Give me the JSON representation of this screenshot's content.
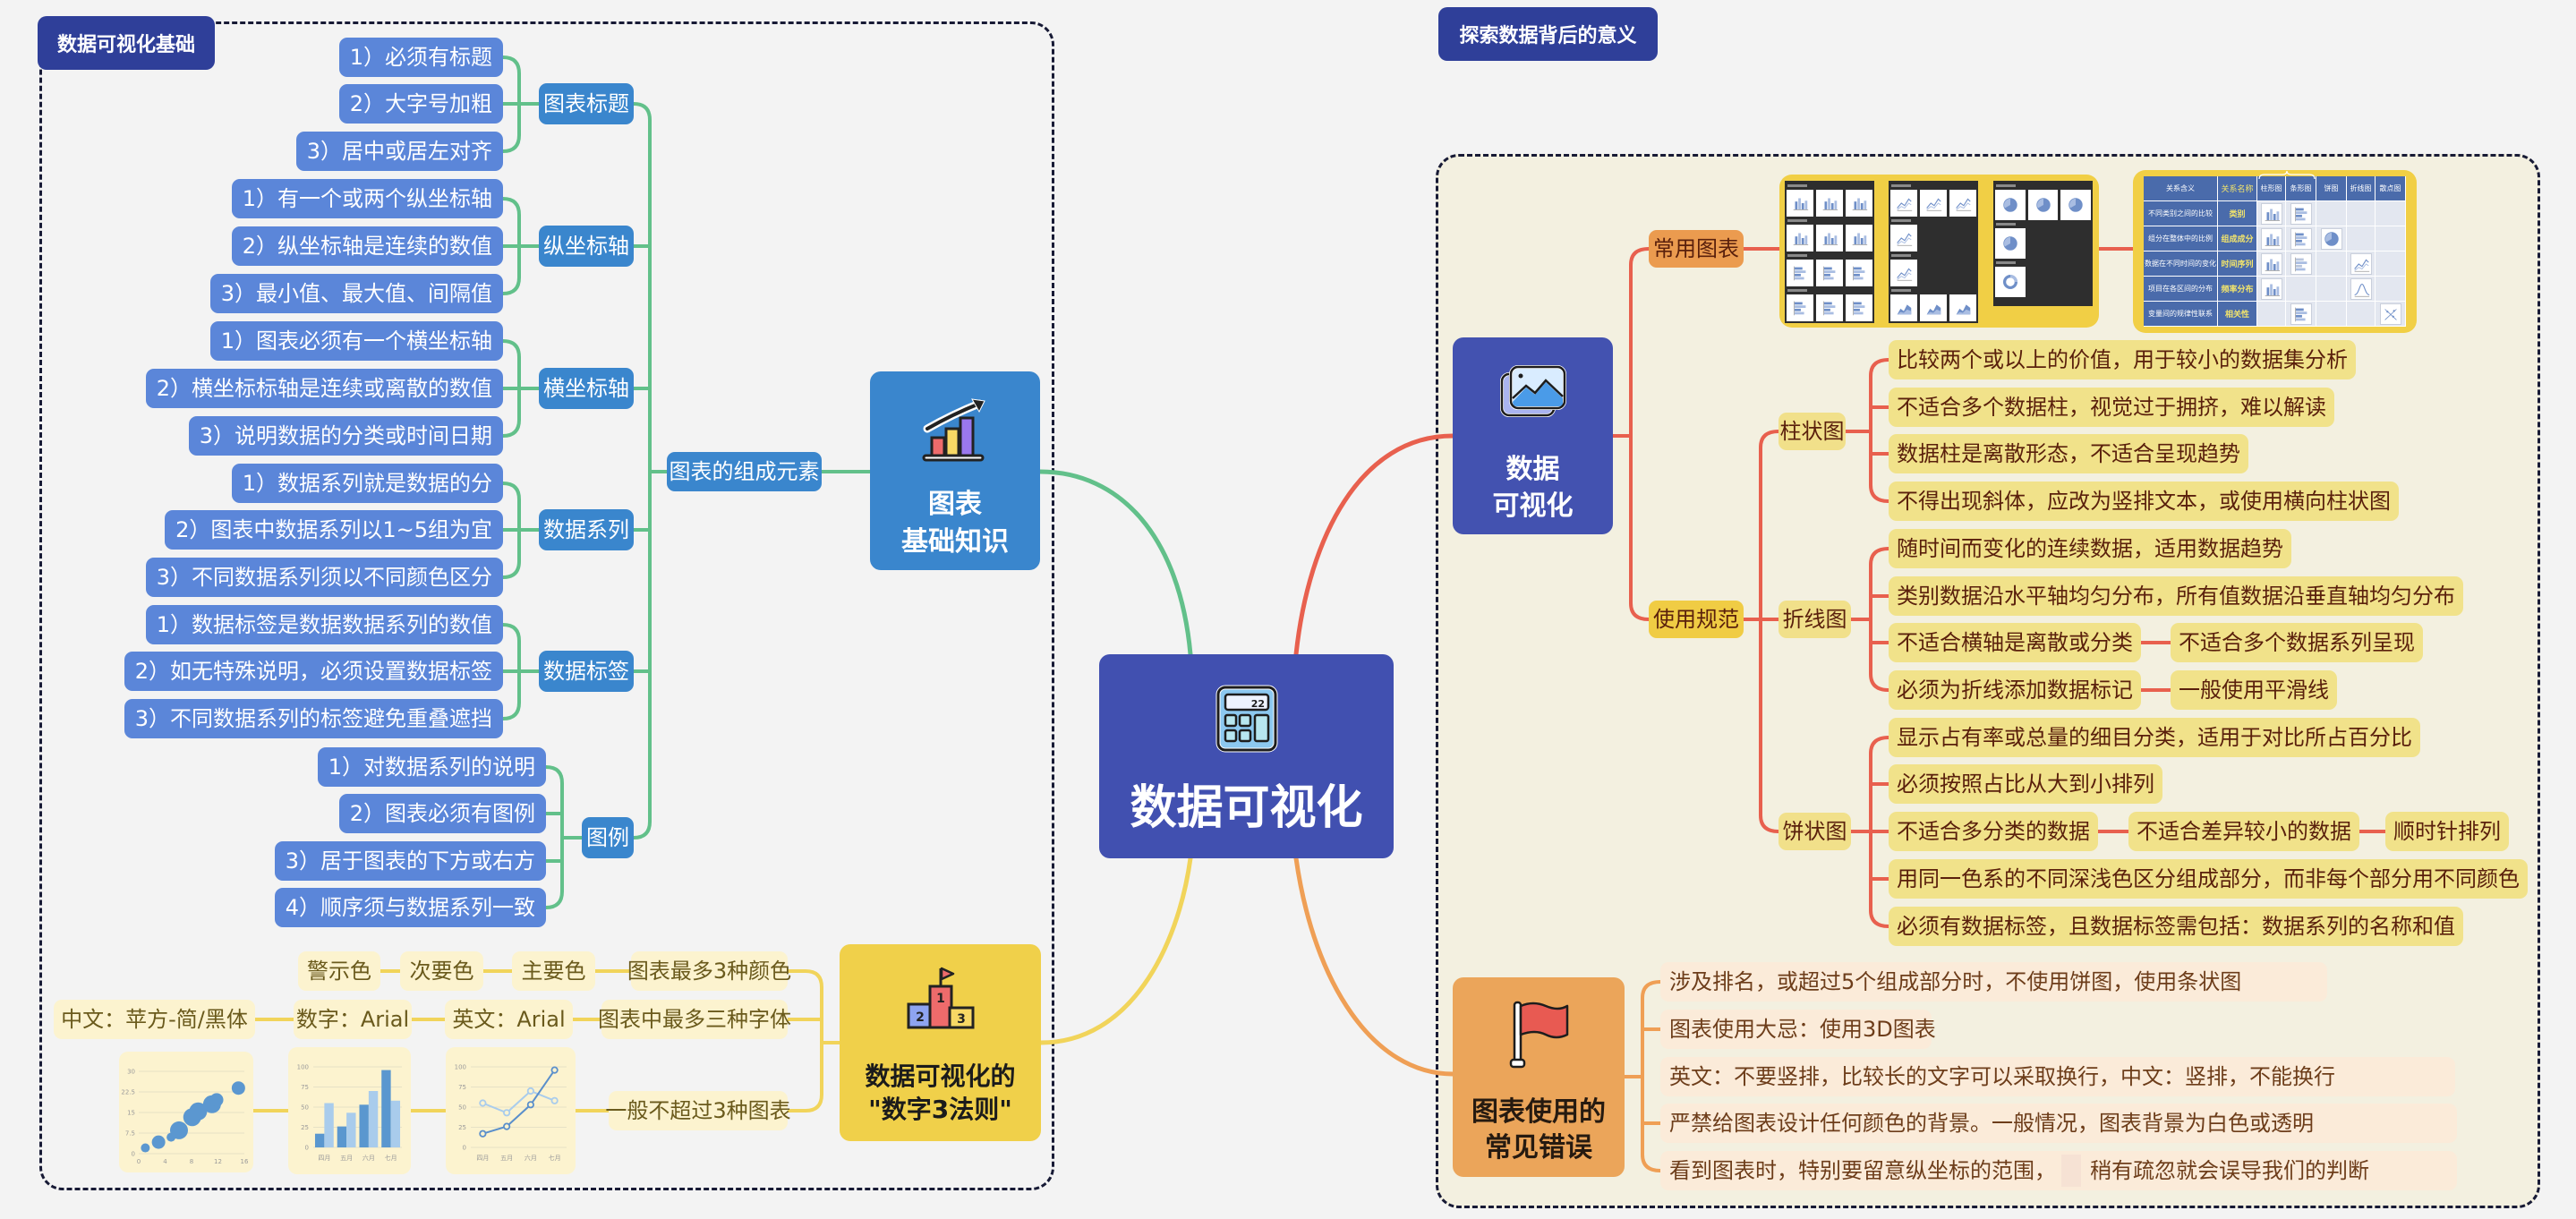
{
  "left_group": {
    "title": "数据可视化基础",
    "main_node": {
      "line1": "图表",
      "line2": "基础知识"
    },
    "components_label": "图表的组成元素",
    "categories": [
      {
        "label": "图表标题",
        "items": [
          "1）必须有标题",
          "2）大字号加粗",
          "3）居中或居左对齐"
        ]
      },
      {
        "label": "纵坐标轴",
        "items": [
          "1）有一个或两个纵坐标轴",
          "2）纵坐标轴是连续的数值",
          "3）最小值、最大值、间隔值"
        ]
      },
      {
        "label": "横坐标轴",
        "items": [
          "1）图表必须有一个横坐标轴",
          "2）横坐标标轴是连续或离散的数值",
          "3）说明数据的分类或时间日期"
        ]
      },
      {
        "label": "数据系列",
        "items": [
          "1）数据系列就是数据的分",
          "2）图表中数据系列以1~5组为宜",
          "3）不同数据系列须以不同颜色区分"
        ]
      },
      {
        "label": "数据标签",
        "items": [
          "1）数据标签是数据数据系列的数值",
          "2）如无特殊说明，必须设置数据标签",
          "3）不同数据系列的标签避免重叠遮挡"
        ]
      },
      {
        "label": "图例",
        "items": [
          "1）对数据系列的说明",
          "2）图表必须有图例",
          "3）居于图表的下方或右方",
          "4）顺序须与数据系列一致"
        ]
      }
    ],
    "rule_of_three": {
      "line1": "数据可视化的",
      "line2": "\"数字3法则\"",
      "colors": {
        "label": "图表最多3种颜色",
        "items": [
          "主要色",
          "次要色",
          "警示色"
        ]
      },
      "fonts": {
        "label": "图表中最多三种字体",
        "items": [
          "英文：Arial",
          "数字：Arial",
          "中文：苹方-简/黑体"
        ]
      },
      "charts": {
        "label": "一般不超过3种图表"
      }
    }
  },
  "center": {
    "title": "数据可视化"
  },
  "right_group": {
    "title": "探索数据背后的意义",
    "main_node": {
      "line1": "数据",
      "line2": "可视化"
    },
    "common_charts": {
      "label": "常用图表",
      "thumbnail_panels": [
        {
          "sections": [
            [
              "column",
              "column-stacked",
              "column-100"
            ],
            [
              "column-3d",
              "column-3d-stacked",
              "column-3d-100"
            ],
            [
              "bar",
              "bar-stacked",
              "bar-100"
            ],
            [
              "bar-3d",
              "bar-3d-stacked",
              "bar-3d-100"
            ]
          ]
        },
        {
          "sections": [
            [
              "line",
              "line-stacked",
              "line-100"
            ],
            [
              "line-markers"
            ],
            [
              "line-3d"
            ],
            [
              "area",
              "area-stacked",
              "area-100"
            ]
          ]
        },
        {
          "sections": [
            [
              "pie",
              "pie-of-pie",
              "pie-with-bar"
            ],
            [
              "pie-3d"
            ],
            [
              "doughnut"
            ]
          ]
        }
      ],
      "relationship_table": {
        "headers": [
          "关系含义",
          "关系名称",
          "柱形图",
          "条形图",
          "饼图",
          "折线图",
          "散点图"
        ],
        "rows": [
          {
            "meaning": "不同类别之间的比较",
            "name": "类别",
            "cells": [
              "column",
              "bar",
              "",
              "",
              ""
            ]
          },
          {
            "meaning": "组分在整体中的比例",
            "name": "组成成分",
            "cells": [
              "column-stacked",
              "bar-stacked",
              "pie",
              "",
              ""
            ]
          },
          {
            "meaning": "数据在不同时间的变化",
            "name": "时间序列",
            "cells": [
              "column",
              "bar-faded",
              "",
              "line",
              ""
            ]
          },
          {
            "meaning": "项目在各区间的分布",
            "name": "频率分布",
            "cells": [
              "histogram",
              "",
              "",
              "curve",
              ""
            ]
          },
          {
            "meaning": "变量间的规律性联系",
            "name": "相关性",
            "cells": [
              "",
              "tornado",
              "",
              "",
              "scatter"
            ]
          }
        ]
      }
    },
    "usage_rules": {
      "label": "使用规范",
      "bar": {
        "label": "柱状图",
        "items": [
          {
            "text": "比较两个或以上的价值，用于较小的数据集分析"
          },
          {
            "text": "不适合多个数据柱，视觉过于拥挤，难以解读"
          },
          {
            "text": "数据柱是离散形态，不适合呈现趋势"
          },
          {
            "text": "不得出现斜体，应改为竖排文本，或使用横向柱状图"
          }
        ]
      },
      "line": {
        "label": "折线图",
        "items": [
          {
            "text": "随时间而变化的连续数据，适用数据趋势"
          },
          {
            "text": "类别数据沿水平轴均匀分布，所有值数据沿垂直轴均匀分布"
          },
          {
            "text": "不适合横轴是离散或分类",
            "next": [
              "不适合多个数据系列呈现"
            ]
          },
          {
            "text": "必须为折线添加数据标记",
            "next": [
              "一般使用平滑线"
            ]
          }
        ]
      },
      "pie": {
        "label": "饼状图",
        "items": [
          {
            "text": "显示占有率或总量的细目分类，适用于对比所占百分比"
          },
          {
            "text": "必须按照占比从大到小排列"
          },
          {
            "text": "不适合多分类的数据",
            "next": [
              "不适合差异较小的数据",
              "顺时针排列"
            ]
          },
          {
            "text": "用同一色系的不同深浅色区分组成部分，而非每个部分用不同颜色"
          },
          {
            "text": "必须有数据标签，且数据标签需包括：数据系列的名称和值"
          }
        ]
      }
    },
    "mistakes": {
      "line1": "图表使用的",
      "line2": "常见错误",
      "items": [
        {
          "text": "涉及排名，或超过5个组成部分时，不使用饼图，使用条状图"
        },
        {
          "text": "图表使用大忌：使用3D图表"
        },
        {
          "text": "英文：不要竖排，比较长的文字可以采取换行，中文：竖排，不能换行"
        },
        {
          "text": "严禁给图表设计任何颜色的背景。一般情况，图表背景为白色或透明"
        },
        {
          "text": "看到图表时，特别要留意纵坐标的范围，",
          "text_after": "稍有疏忽就会误导我们的判断"
        }
      ]
    }
  },
  "colors": {
    "page_bg": "#f3f3f3",
    "tag_navy": "#2f3f99",
    "center_blue": "#4150b0",
    "basics_blue": "#3a86cd",
    "leaf_blue": "#5b86d9",
    "branch_green": "#62c08a",
    "rule_yellow": "#f0d04a",
    "viz_red": "#e8604e",
    "mistake_orange": "#eba55a",
    "right_panel_bg": "#f3f0e0"
  },
  "chart_data": [
    {
      "type": "scatter",
      "title": "",
      "xlim": [
        0,
        16
      ],
      "ylim": [
        0,
        30
      ],
      "x_ticks": [
        0,
        4,
        8,
        12,
        16
      ],
      "y_ticks": [
        0,
        7.5,
        15,
        22.5,
        30
      ],
      "grid": true,
      "color": "#5b97d0",
      "points": [
        {
          "x": 1.0,
          "y": 2.1,
          "size": 1
        },
        {
          "x": 3.0,
          "y": 4.2,
          "size": 2
        },
        {
          "x": 4.9,
          "y": 6.0,
          "size": 1
        },
        {
          "x": 6.1,
          "y": 8.5,
          "size": 3
        },
        {
          "x": 8.1,
          "y": 13.3,
          "size": 3
        },
        {
          "x": 9.0,
          "y": 15.4,
          "size": 3
        },
        {
          "x": 11.1,
          "y": 18.0,
          "size": 3
        },
        {
          "x": 11.8,
          "y": 19.6,
          "size": 2
        },
        {
          "x": 15.1,
          "y": 23.9,
          "size": 2
        }
      ]
    },
    {
      "type": "bar",
      "title": "",
      "categories": [
        "四月",
        "五月",
        "六月",
        "七月"
      ],
      "ylim": [
        0,
        100
      ],
      "y_ticks": [
        0,
        25,
        50,
        75,
        100
      ],
      "grid": true,
      "series": [
        {
          "values": [
            17,
            26,
            53,
            96
          ],
          "color": "#5a97cf"
        },
        {
          "values": [
            55,
            43,
            70,
            58
          ],
          "color": "#a9ccec"
        }
      ]
    },
    {
      "type": "line",
      "title": "",
      "categories": [
        "四月",
        "五月",
        "六月",
        "七月"
      ],
      "ylim": [
        0,
        100
      ],
      "y_ticks": [
        0,
        25,
        50,
        75,
        100
      ],
      "grid": true,
      "series": [
        {
          "values": [
            17,
            26,
            53,
            96
          ],
          "color": "#5a8fcb"
        },
        {
          "values": [
            55,
            43,
            70,
            58
          ],
          "color": "#a9ccec"
        }
      ]
    }
  ]
}
